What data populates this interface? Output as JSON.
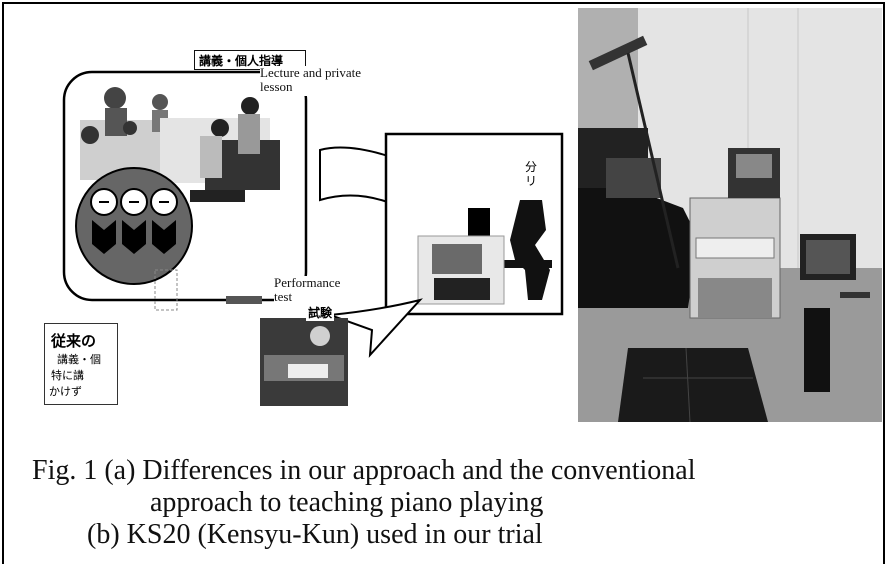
{
  "figure": {
    "panel_a": {
      "lecture_title_jp": "講義・個人指導",
      "lecture_label": "Lecture and private lesson",
      "performance_label": "Performance test",
      "performance_title_jp": "試験",
      "conventional_title_jp": "従来の",
      "conventional_lines_jp": [
        "講義・個",
        "特に講",
        "かけず"
      ],
      "right_side_jp": [
        "分",
        "リ"
      ]
    },
    "caption": {
      "line1": "Fig. 1 (a) Differences in our approach and the conventional",
      "line2": "approach to teaching piano playing",
      "line3": "(b) KS20 (Kensyu-Kun) used in our trial"
    }
  }
}
